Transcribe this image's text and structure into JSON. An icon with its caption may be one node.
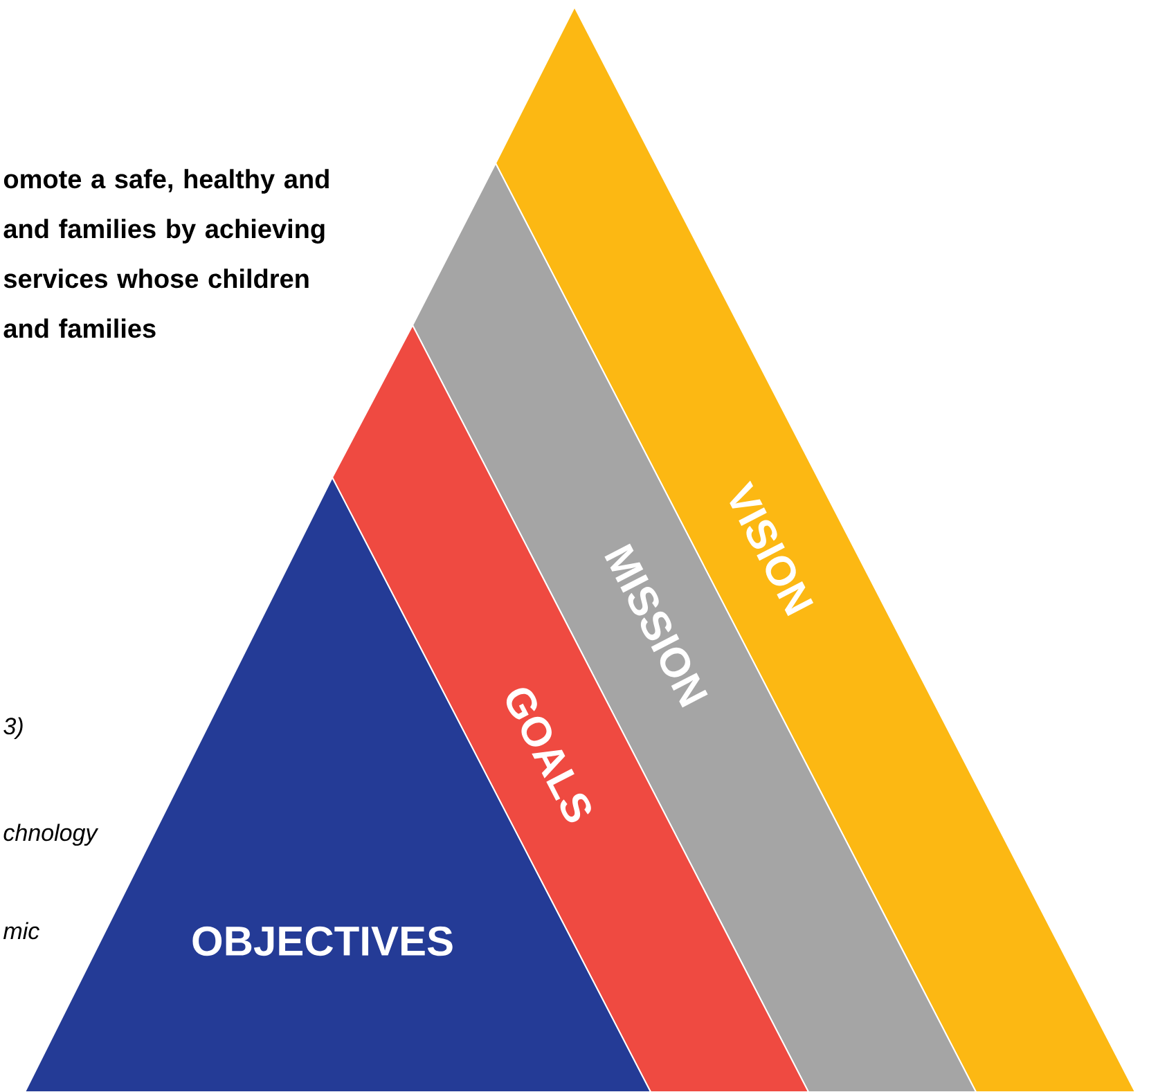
{
  "diagram": {
    "nodes": [
      {
        "text": [
          "VISION"
        ]
      },
      {
        "text": [
          "MISSION"
        ]
      },
      {
        "text": [
          "GOALS"
        ]
      },
      {
        "text": [
          "OBJECTIVES"
        ]
      }
    ],
    "labels": [
      "omote a safe, healthy and and families by achieving services whose children and families",
      "3)",
      "chnology",
      "mic"
    ]
  }
}
